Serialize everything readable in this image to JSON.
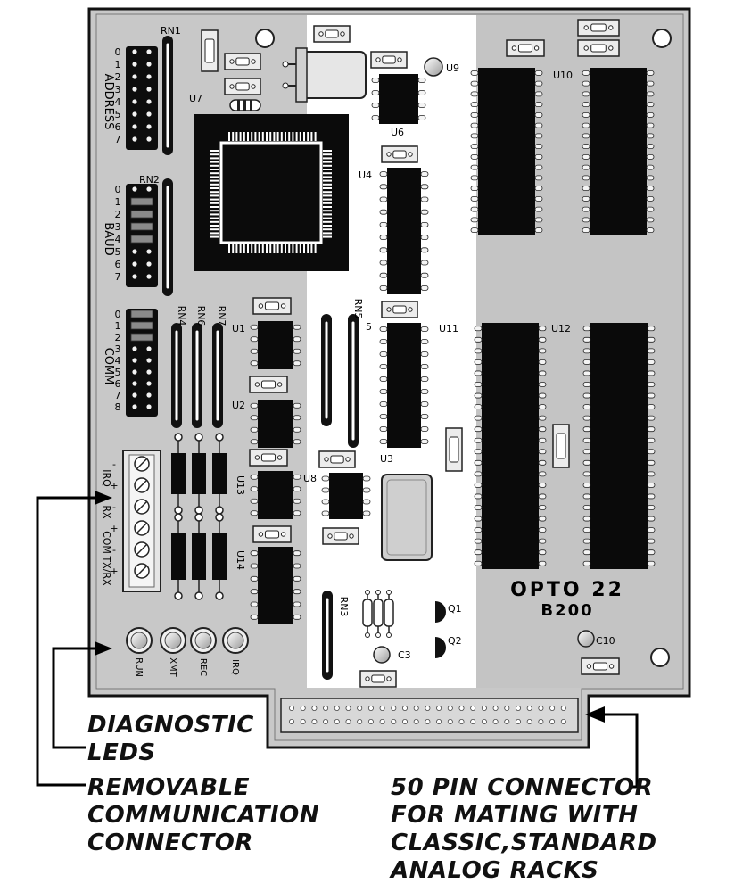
{
  "board": {
    "brand": "OPTO 22",
    "model": "B200",
    "colors": {
      "board_outline": "#111111",
      "board_fill": "#c8c8c8",
      "white_strip": "#ffffff",
      "right_fill": "#c4c4c4",
      "chip": "#0a0a0a",
      "pin": "#f4f4f4",
      "trace": "#111111"
    },
    "jumper_groups": [
      {
        "title": "ADDRESS",
        "numbers": [
          "0",
          "1",
          "2",
          "3",
          "4",
          "5",
          "6",
          "7"
        ]
      },
      {
        "title": "BAUD",
        "numbers": [
          "0",
          "1",
          "2",
          "3",
          "4",
          "5",
          "6",
          "7"
        ]
      },
      {
        "title": "COMM",
        "numbers": [
          "0",
          "1",
          "2",
          "3",
          "4",
          "5",
          "6",
          "7",
          "8"
        ]
      }
    ],
    "labels": {
      "u1": "U1",
      "u2": "U2",
      "u3": "U3",
      "u4": "U4",
      "u5": "5",
      "u6": "U6",
      "u7": "U7",
      "u8": "U8",
      "u9": "U9",
      "u10": "U10",
      "u11": "U11",
      "u12": "U12",
      "u13": "U13",
      "u14": "U14",
      "rn1": "RN1",
      "rn2": "RN2",
      "rn3": "RN3",
      "rn4": "RN4",
      "rn5": "RN5",
      "rn6": "RN6",
      "rn7": "RN7",
      "q1": "Q1",
      "q2": "Q2",
      "c3": "C3",
      "c10": "C10"
    },
    "terminal_labels": [
      "IRQ",
      "RX",
      "COM",
      "TX/RX"
    ],
    "terminal_signs": [
      "-",
      "+",
      "-",
      "+",
      "-",
      "+"
    ],
    "leds": [
      "RUN",
      "XMT",
      "REC",
      "IRQ"
    ]
  },
  "callouts": {
    "diagnostic": [
      "DIAGNOSTIC",
      "LEDS"
    ],
    "connector": [
      "REMOVABLE",
      "COMMUNICATION",
      "CONNECTOR"
    ],
    "pins": [
      "50 PIN CONNECTOR",
      "FOR MATING WITH",
      "CLASSIC,STANDARD",
      "ANALOG RACKS"
    ]
  }
}
